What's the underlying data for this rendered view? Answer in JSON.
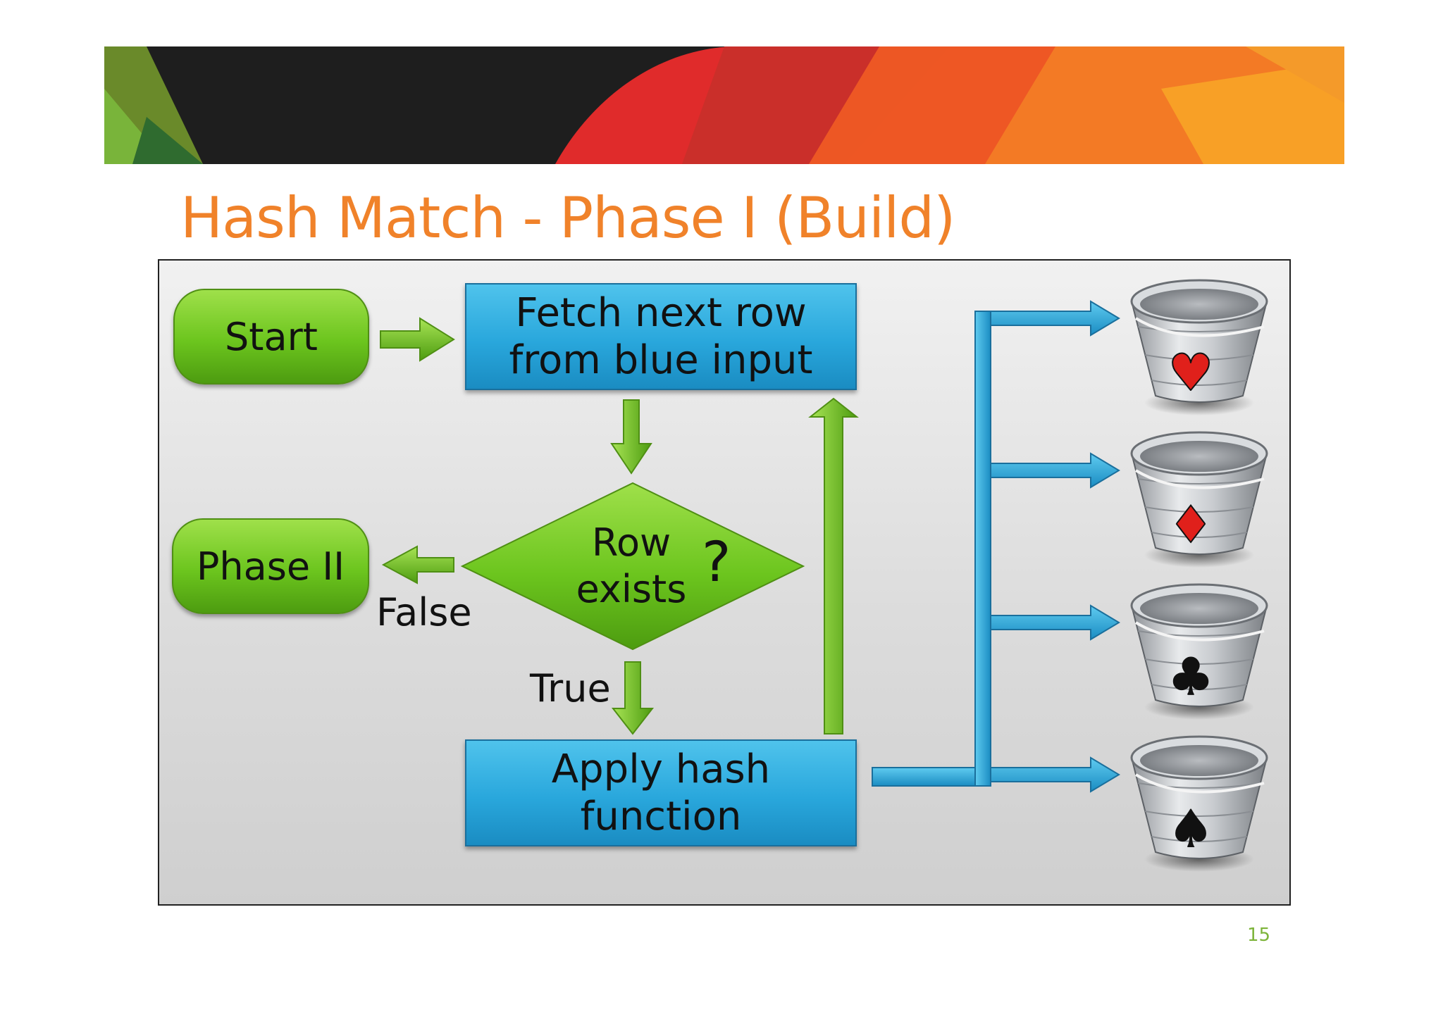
{
  "slide": {
    "title": "Hash Match - Phase I (Build)",
    "page_number": "15"
  },
  "diagram": {
    "nodes": {
      "start": "Start",
      "fetch_line1": "Fetch next row",
      "fetch_line2": "from blue input",
      "decision_line1": "Row",
      "decision_line2": "exists",
      "decision_mark": "?",
      "phase2": "Phase II",
      "hash_line1": "Apply hash",
      "hash_line2": "function"
    },
    "edge_labels": {
      "false": "False",
      "true": "True"
    },
    "buckets": [
      {
        "symbol": "♥",
        "color": "#E0201B"
      },
      {
        "symbol": "♦",
        "color": "#E0201B"
      },
      {
        "symbol": "♣",
        "color": "#111111"
      },
      {
        "symbol": "♠",
        "color": "#111111"
      }
    ],
    "colors": {
      "green": "#6CC51E",
      "blue": "#29A7DC",
      "title": "#F0822A"
    }
  }
}
